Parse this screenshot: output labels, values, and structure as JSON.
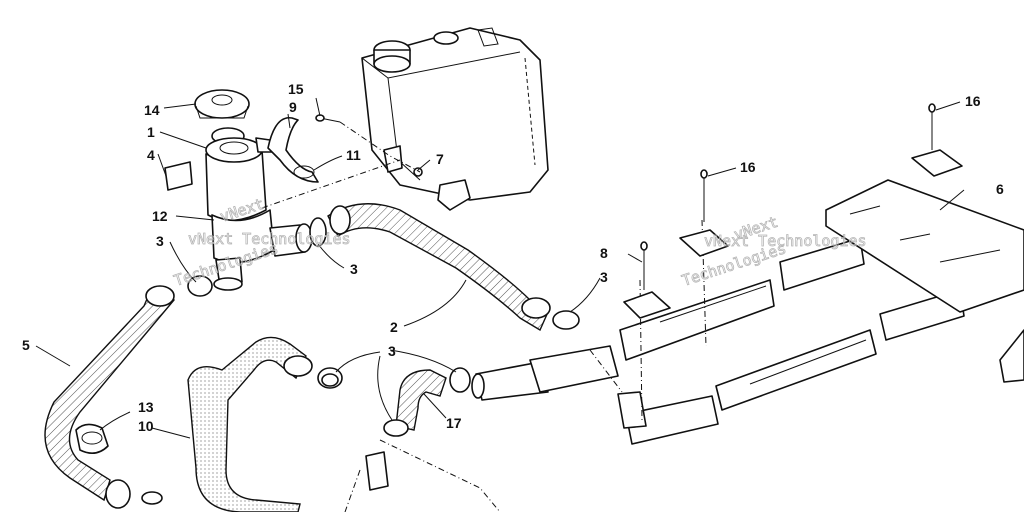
{
  "callouts": [
    {
      "id": "14",
      "label": "14"
    },
    {
      "id": "15",
      "label": "15"
    },
    {
      "id": "9",
      "label": "9"
    },
    {
      "id": "1",
      "label": "1"
    },
    {
      "id": "4",
      "label": "4"
    },
    {
      "id": "11",
      "label": "11"
    },
    {
      "id": "7",
      "label": "7"
    },
    {
      "id": "12",
      "label": "12"
    },
    {
      "id": "3a",
      "label": "3"
    },
    {
      "id": "3b",
      "label": "3"
    },
    {
      "id": "16a",
      "label": "16"
    },
    {
      "id": "16b",
      "label": "16"
    },
    {
      "id": "6",
      "label": "6"
    },
    {
      "id": "8",
      "label": "8"
    },
    {
      "id": "3c",
      "label": "3"
    },
    {
      "id": "2",
      "label": "2"
    },
    {
      "id": "5",
      "label": "5"
    },
    {
      "id": "3d",
      "label": "3"
    },
    {
      "id": "13",
      "label": "13"
    },
    {
      "id": "10",
      "label": "10"
    },
    {
      "id": "17",
      "label": "17"
    }
  ],
  "watermarks": [
    {
      "line1": "vNext",
      "line2": "Technologies"
    },
    {
      "line1": "vNext Technologies",
      "line2": "Technologies"
    },
    {
      "line1": "vNext",
      "line2": "Technologies"
    },
    {
      "line1": "vNext Technologies",
      "line2": "Technologies"
    }
  ],
  "colors": {
    "ink": "#111111",
    "watermark": "#b5b5b5",
    "background": "#ffffff"
  }
}
